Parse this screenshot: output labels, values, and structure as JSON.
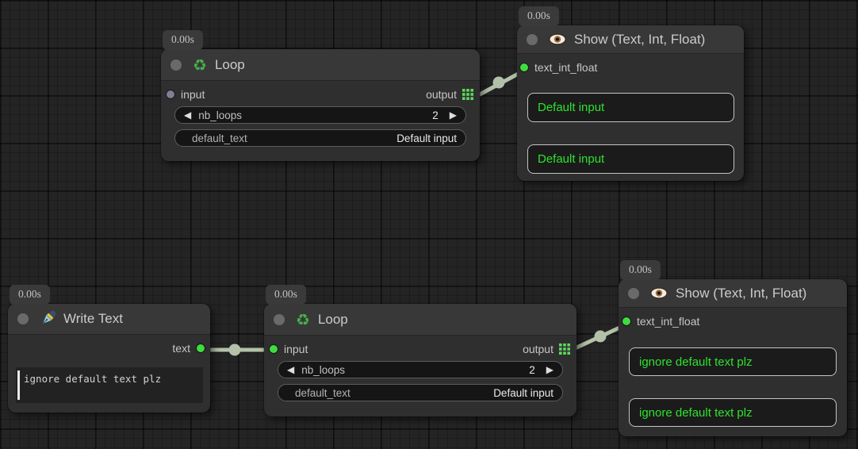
{
  "colors": {
    "wire": "#b3c1a8",
    "slot_connected_green": "#3fdc3f",
    "slot_unconnected_gray": "#7f7f94",
    "display_text_green": "#2ee22e",
    "node_title_bg": "#383838",
    "node_body_bg": "#2f2f2f",
    "widget_bg": "#151515",
    "canvas_bg": "#242424",
    "output_grid_icon_green": "#5ed95e"
  },
  "icons": {
    "recycle_glyph": "♻",
    "loop_icon": "recycle-icon",
    "show_icon": "eye-icon",
    "write_icon": "fountain-pen-icon",
    "output_icon": "grid-dots-icon"
  },
  "nodes": {
    "loop_top": {
      "timer": "0.00s",
      "title": "Loop",
      "input_label": "input",
      "output_label": "output",
      "nb_loops": {
        "dec": "◀",
        "label": "nb_loops",
        "value": "2",
        "inc": "▶"
      },
      "default_text": {
        "label": "default_text",
        "value": "Default input"
      }
    },
    "show_top": {
      "timer": "0.00s",
      "title": "Show (Text, Int, Float)",
      "input_label": "text_int_float",
      "boxes": [
        "Default input",
        "Default input"
      ]
    },
    "write_text": {
      "timer": "0.00s",
      "title": "Write Text",
      "output_label": "text",
      "text_value": "ignore default text plz"
    },
    "loop_bottom": {
      "timer": "0.00s",
      "title": "Loop",
      "input_label": "input",
      "output_label": "output",
      "nb_loops": {
        "dec": "◀",
        "label": "nb_loops",
        "value": "2",
        "inc": "▶"
      },
      "default_text": {
        "label": "default_text",
        "value": "Default input"
      }
    },
    "show_bottom": {
      "timer": "0.00s",
      "title": "Show (Text, Int, Float)",
      "input_label": "text_int_float",
      "boxes": [
        "ignore default text plz",
        "ignore default text plz"
      ]
    }
  }
}
